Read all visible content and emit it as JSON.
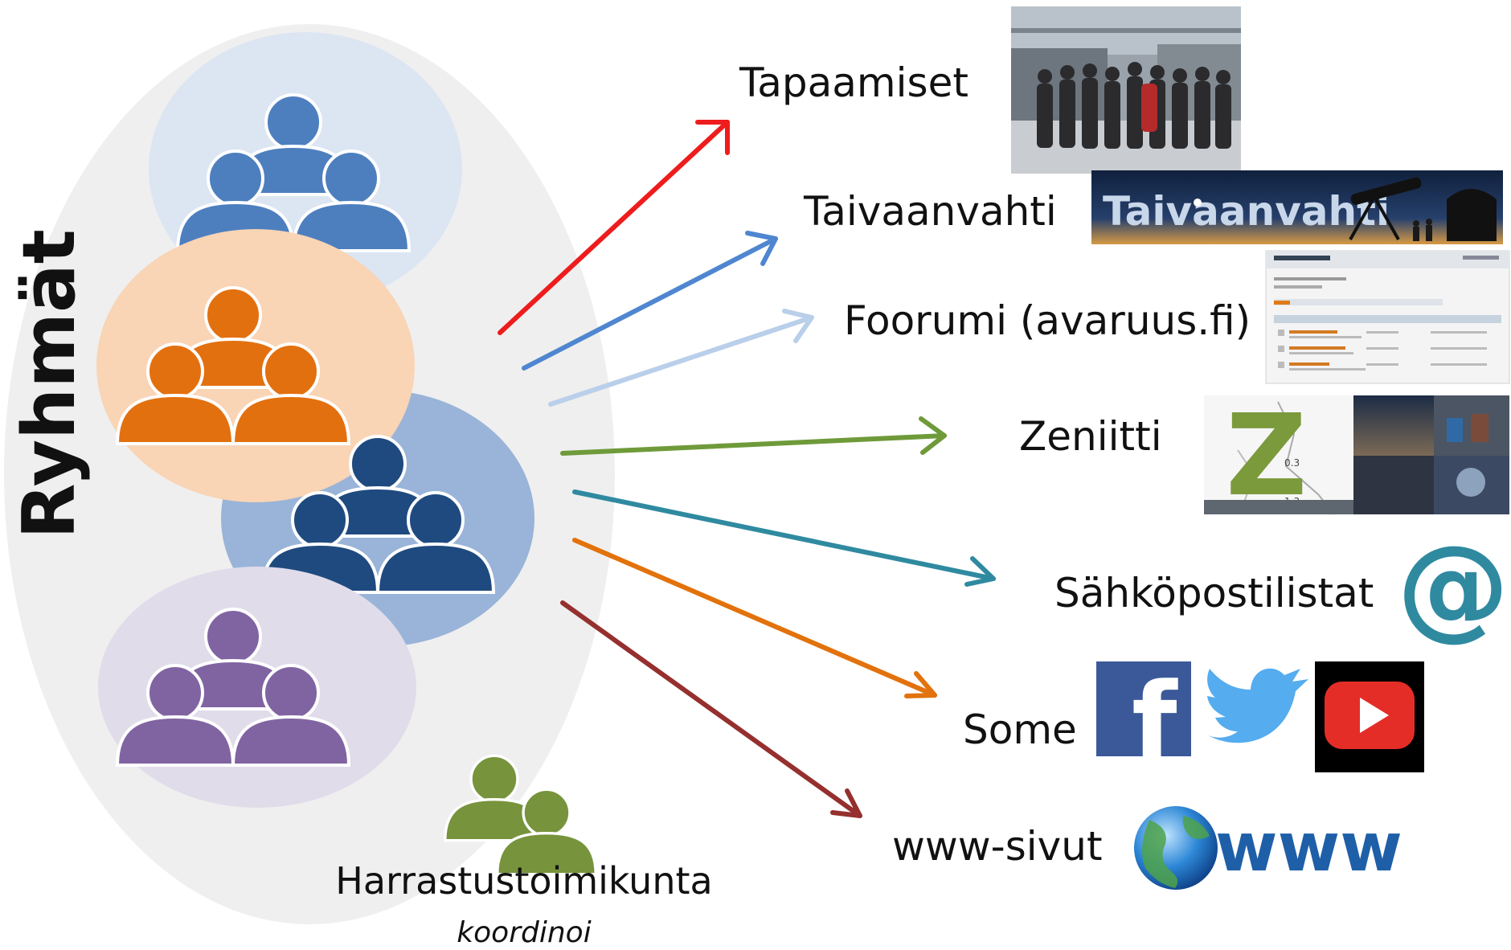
{
  "side_title": "Ryhmät",
  "committee": {
    "name": "Harrastustoimikunta",
    "role": "koordinoi"
  },
  "channels": [
    {
      "id": "tapaamiset",
      "label": "Tapaamiset",
      "color": "#ee1c1c",
      "thumbnail": "group-photo"
    },
    {
      "id": "taivaanvahti",
      "label": "Taivaanvahti",
      "color": "#4f86d0",
      "thumbnail": "taivaanvahti-banner"
    },
    {
      "id": "foorumi",
      "label": "Foorumi (avaruus.fi)",
      "color": "#b9cfea",
      "thumbnail": "forum-screenshot"
    },
    {
      "id": "zeniitti",
      "label": "Zeniitti",
      "color": "#6f9a3a",
      "thumbnail": "zeniitti-logo-and-site"
    },
    {
      "id": "sahkoposti",
      "label": "Sähköpostilistat",
      "color": "#2f8aa0",
      "thumbnail": "at-sign-icon"
    },
    {
      "id": "some",
      "label": "Some",
      "color": "#e2720c",
      "thumbnail": "social-media-icons"
    },
    {
      "id": "www",
      "label": "www-sivut",
      "color": "#95302e",
      "thumbnail": "globe-www-icon"
    }
  ],
  "logos": {
    "taivaanvahti_text": "Taivaanvahti",
    "zeniitti_letter": "Z",
    "at_sign": "@",
    "facebook_letter": "f",
    "www_text": "www"
  },
  "groups": [
    {
      "id": "blue-light",
      "color": "#4d7fbf",
      "bg": "#dce5f2"
    },
    {
      "id": "orange",
      "color": "#e3700f",
      "bg": "#f9d4b5"
    },
    {
      "id": "blue-dark",
      "color": "#1f4a7f",
      "bg": "#99b4d8"
    },
    {
      "id": "purple",
      "color": "#8064a2",
      "bg": "#e1dcea"
    }
  ]
}
